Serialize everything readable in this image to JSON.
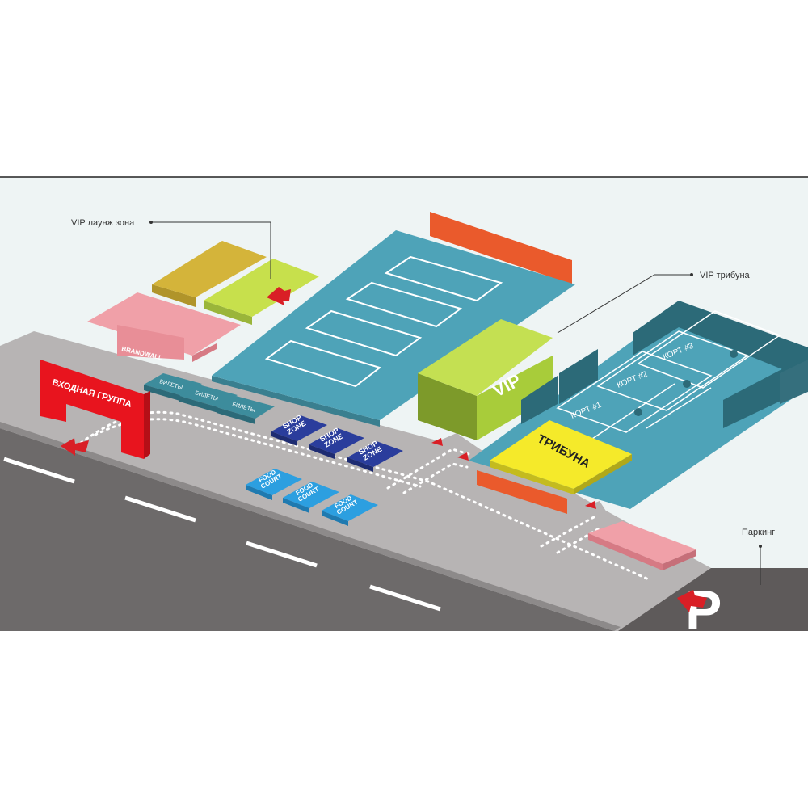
{
  "colors": {
    "background": "#eef4f4",
    "road": "#6d6a6a",
    "sidewalk": "#b7b4b4",
    "lane_marking": "#ffffff",
    "entrance": "#e8141e",
    "arrow": "#d91f26",
    "court_blue": "#4ea3b8",
    "court_dark": "#3a7f8f",
    "court_wall": "#2c6a78",
    "vip_green": "#a8cc3a",
    "vip_green_dark": "#7d9a2a",
    "tribune_yellow": "#f5ea2a",
    "orange_stand": "#ea5a2c",
    "lounge_gold": "#d4b43a",
    "lounge_lime": "#c7e04c",
    "brandwall_pink": "#f0a0a8",
    "ticket_teal": "#3d8c9c",
    "shop_navy": "#2a3d9c",
    "food_blue": "#2c9fe0",
    "parking_dark": "#5e5a5a",
    "callout_line": "#333333"
  },
  "callouts": {
    "vip_lounge": "VIP лаунж зона",
    "vip_tribune": "VIP трибуна",
    "parking": "Паркинг"
  },
  "zones": {
    "entrance": "ВХОДНАЯ ГРУППА",
    "brandwall": "BRANDWALL",
    "tickets": [
      "БИЛЕТЫ",
      "БИЛЕТЫ",
      "БИЛЕТЫ"
    ],
    "shops": [
      {
        "line1": "SHOP",
        "line2": "ZONE"
      },
      {
        "line1": "SHOP",
        "line2": "ZONE"
      },
      {
        "line1": "SHOP",
        "line2": "ZONE"
      }
    ],
    "food": [
      {
        "line1": "FOOD",
        "line2": "COURT"
      },
      {
        "line1": "FOOD",
        "line2": "COURT"
      },
      {
        "line1": "FOOD",
        "line2": "COURT"
      }
    ],
    "vip_block": "VIP",
    "tribune": "ТРИБУНА",
    "courts": [
      "КОРТ #1",
      "КОРТ #2",
      "КОРТ #3"
    ],
    "parking_sign": "P"
  }
}
